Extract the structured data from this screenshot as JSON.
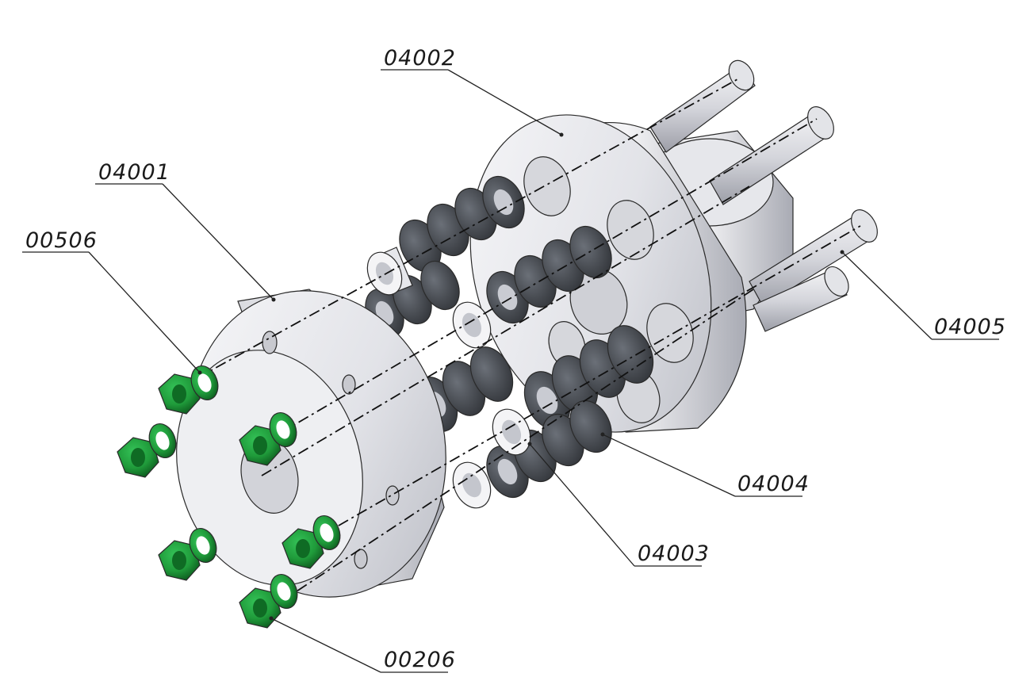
{
  "labels": {
    "p04002": "04002",
    "p04001": "04001",
    "p00506": "00506",
    "p04005": "04005",
    "p04004": "04004",
    "p04003": "04003",
    "p00206": "00206"
  },
  "colors": {
    "nut_green": "#1f9a3a",
    "nut_green_dark": "#0f6b24",
    "spring_dark": "#4b4f55",
    "metal_light": "#e9eaee",
    "metal_mid": "#c9cbd2"
  }
}
